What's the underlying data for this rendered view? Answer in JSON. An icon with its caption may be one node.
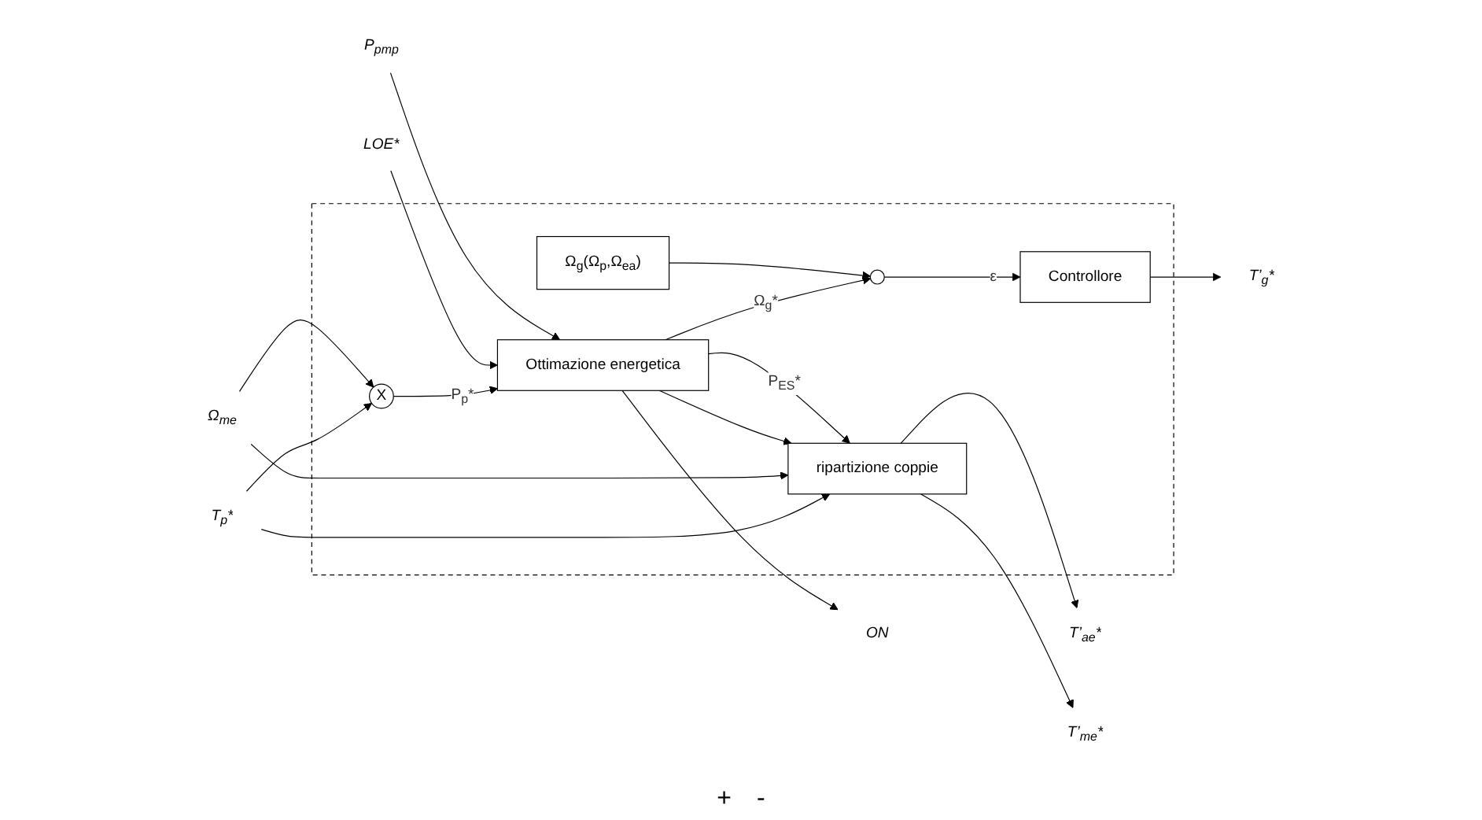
{
  "diagram": {
    "nodes": [
      {
        "text": [],
        "shape": "box"
      },
      {
        "text": [
          "T$_{p}$*"
        ]
      },
      {
        "text": [
          "LOE*"
        ]
      },
      {
        "text": [
          "X"
        ],
        "in": 0
      },
      {
        "text": [
          "Ottimazione energetica"
        ],
        "in": 0
      },
      {
        "text": [],
        "shape": "circle",
        "in": 0
      },
      {
        "text": [
          "Controllore"
        ],
        "in": 0
      },
      {
        "text": [
          "Ω$_{g}$(Ω$_{p}$,Ω$_{ea}$)"
        ],
        "in": 0
      },
      {
        "text": [
          "ripartizione coppie"
        ],
        "in": 0
      },
      {
        "text": [
          "ON"
        ]
      },
      {
        "text": [
          "T’$_{g}$*"
        ]
      },
      {
        "text": [
          "T’$_{ae}$*"
        ]
      },
      {
        "text": [
          "T’$_{me}$*"
        ]
      },
      {
        "text": [
          "P$_{pmp}$"
        ]
      },
      {
        "text": [
          "Ω$_{me}$"
        ]
      }
    ],
    "edges": [
      {
        "from": 1,
        "to": 3,
        "arrow": "to"
      },
      {
        "from": 1,
        "to": 8,
        "arrow": "to"
      },
      {
        "from": 14,
        "to": 3,
        "arrow": "to"
      },
      {
        "from": 14,
        "to": 8,
        "arrow": "to"
      },
      {
        "from": 3,
        "to": 4,
        "arrow": "to",
        "label": "P$_{p}$*"
      },
      {
        "from": 2,
        "to": 4,
        "arrow": "to"
      },
      {
        "from": 13,
        "to": 4,
        "arrow": "to"
      },
      {
        "from": 4,
        "to": 9,
        "arrow": "to"
      },
      {
        "from": 4,
        "to": 5,
        "arrow": "to",
        "label": "Ω$_{g}$*"
      },
      {
        "from": 4,
        "to": 8,
        "arrow": "to"
      },
      {
        "from": 4,
        "to": 8,
        "arrow": "to",
        "label": "P$_{ES}$*"
      },
      {
        "from": 7,
        "to": 5,
        "arrow": "to"
      },
      {
        "from": 5,
        "to": 6,
        "arrow": "to",
        "label": "ε"
      },
      {
        "from": 6,
        "to": 10,
        "arrow": "to"
      },
      {
        "from": 8,
        "to": 11,
        "arrow": "to"
      },
      {
        "from": 8,
        "to": 12,
        "arrow": "to"
      }
    ],
    "labels": [
      "+",
      "-"
    ]
  }
}
